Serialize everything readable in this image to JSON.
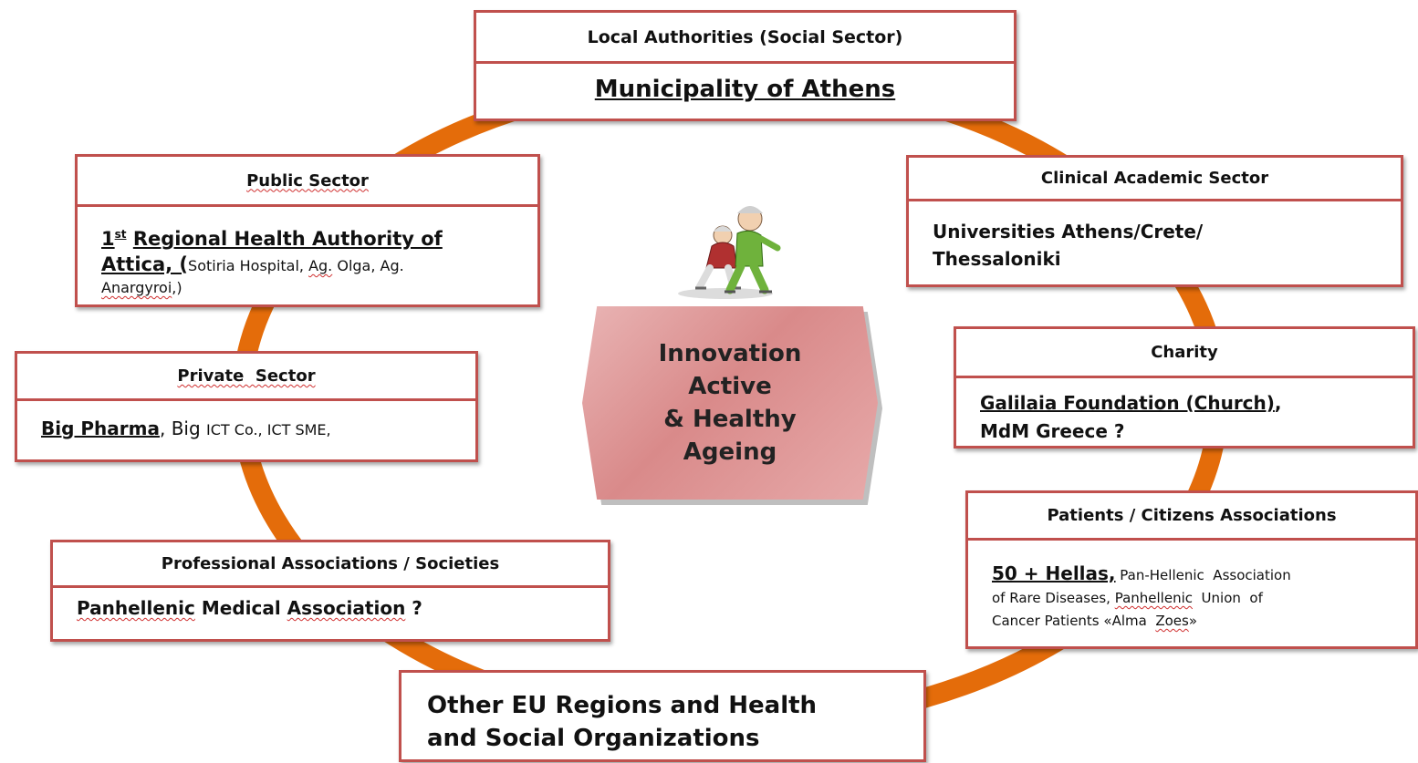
{
  "colors": {
    "ring": "#e46c0a",
    "box_border": "#c0504d",
    "center_fill": "#dc9494"
  },
  "center": {
    "illustration_icon": "elderly-couple-walking-icon",
    "lines": [
      "Innovation",
      "Active",
      "& Healthy",
      "Ageing"
    ]
  },
  "local_authorities": {
    "title": "Local Authorities (Social Sector)",
    "body": "Municipality of Athens"
  },
  "public_sector": {
    "title": "Public Sector",
    "sup_num": "1",
    "sup_suffix": "st",
    "bold_a": "Regional Health Authority of",
    "bold_b": "Attica, (",
    "detail_a": "Sotiria Hospital, ",
    "detail_b": "Ag.",
    "detail_c": " Olga, ",
    "detail_d": "Ag.",
    "detail_e": "Anargyroi",
    "detail_f": ",)"
  },
  "clinical_academic": {
    "title": "Clinical Academic Sector",
    "line1": "Universities Athens/Crete/",
    "line2": "Thessaloniki"
  },
  "private_sector": {
    "title": "Private  Sector",
    "part1": "Big Pharma",
    "part2": ", Big ",
    "part3": "ICT Co., ICT SME,"
  },
  "charity": {
    "title": "Charity",
    "line1": "Galilaia Foundation (Church)",
    "line1_suffix": ",",
    "line2": "MdM Greece ?"
  },
  "patients": {
    "title": "Patients / Citizens Associations",
    "lead": "50 + Hellas,",
    "line1_rest": " Pan-Hellenic  Association",
    "line2_a": "of Rare Diseases, ",
    "line2_b": "Panhellenic",
    "line2_c": "  Union  of",
    "line3_a": "Cancer Patients «Alma  ",
    "line3_b": "Zoes",
    "line3_c": "»"
  },
  "professional": {
    "title": "Professional Associations / Societies",
    "part1": "Panhellenic",
    "part2": " Medical ",
    "part3": "Association",
    "part4": " ?"
  },
  "other_eu": {
    "line1": "Other EU Regions and Health",
    "line2": "and Social Organizations"
  }
}
